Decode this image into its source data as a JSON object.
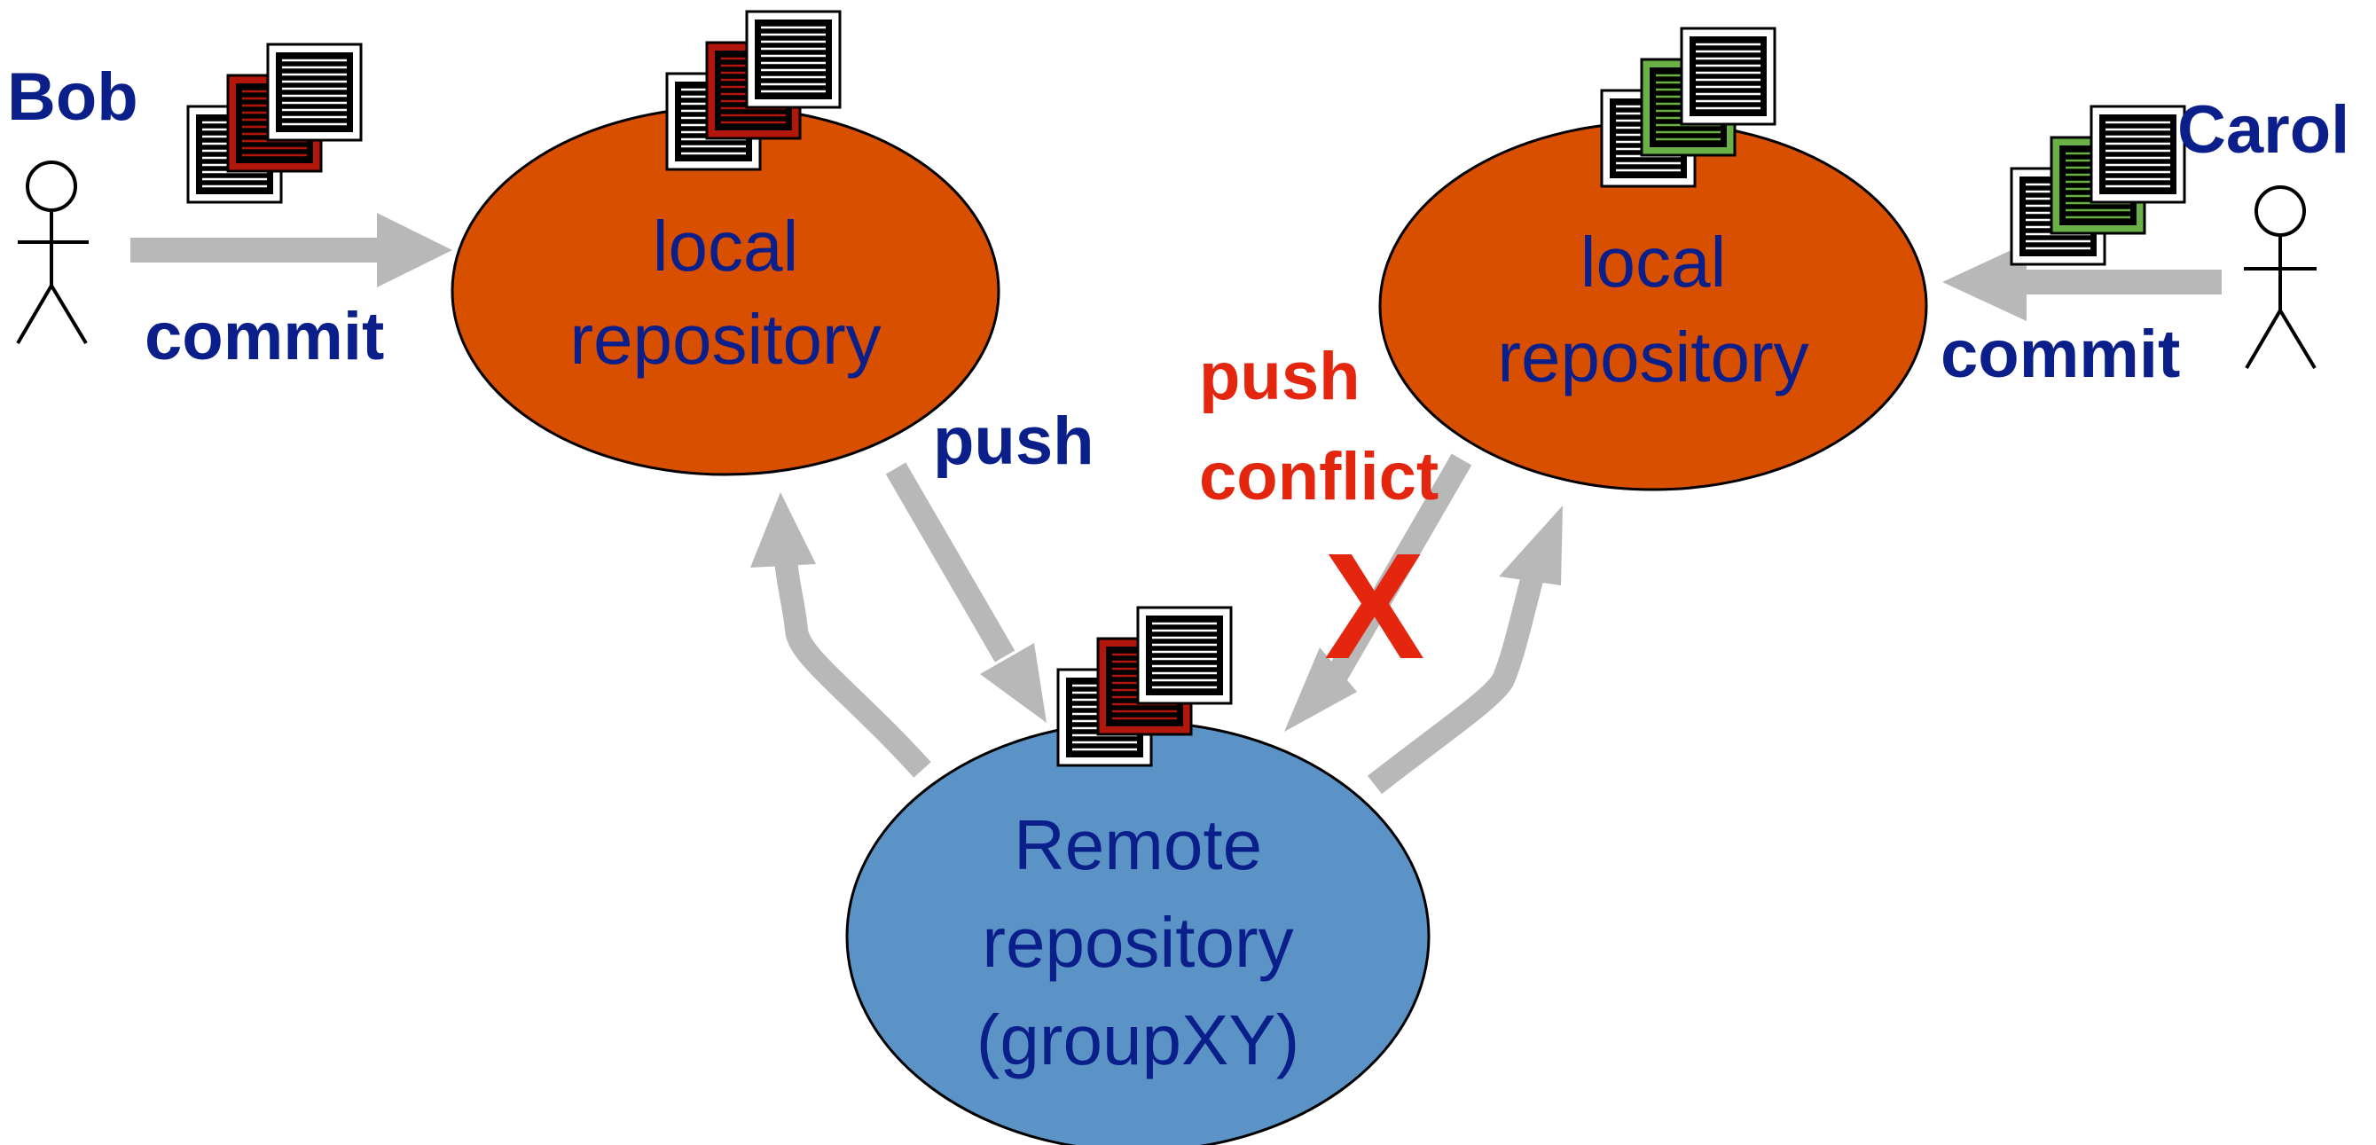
{
  "colors": {
    "text_blue": "#0b1f8a",
    "conflict_red": "#e4260f",
    "local_repo_fill": "#d94f00",
    "remote_repo_fill": "#5b93c7",
    "arrow_gray": "#b8b8b8",
    "bob_commit_color": "#b3160a",
    "carol_commit_color": "#6ab046"
  },
  "people": {
    "bob": {
      "name": "Bob",
      "icon": "stick-figure-icon"
    },
    "carol": {
      "name": "Carol",
      "icon": "stick-figure-icon"
    }
  },
  "repos": {
    "bob_local": {
      "line1": "local",
      "line2": "repository"
    },
    "carol_local": {
      "line1": "local",
      "line2": "repository"
    },
    "remote": {
      "line1": "Remote",
      "line2": "repository",
      "line3": "(groupXY)"
    }
  },
  "actions": {
    "bob_commit": "commit",
    "carol_commit": "commit",
    "bob_push": "push",
    "carol_push_line1": "push",
    "carol_push_line2": "conflict",
    "conflict_mark": "X"
  },
  "icons": {
    "document_stack": "document-stack-icon",
    "arrow": "arrow-icon"
  }
}
